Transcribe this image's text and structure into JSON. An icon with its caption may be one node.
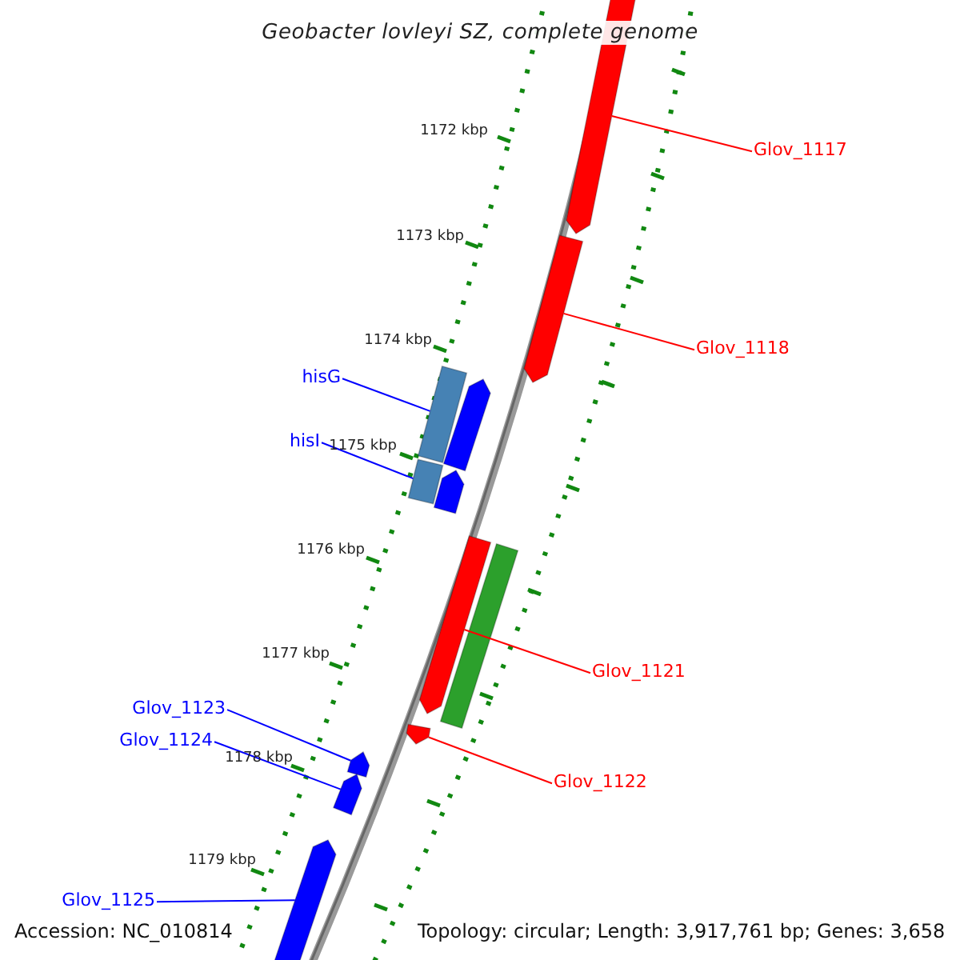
{
  "diagram": {
    "title": "Geobacter lovleyi SZ, complete genome",
    "nodes": [
      {
        "text": [
          "Glov_1117"
        ]
      },
      {
        "text": [],
        "shape": "pentagon"
      },
      {
        "text": [
          "Glov_1118"
        ]
      },
      {
        "text": [],
        "shape": "pentagon"
      },
      {
        "text": [
          "hisG"
        ]
      },
      {
        "text": [],
        "shape": "bar"
      },
      {
        "text": [],
        "shape": "pentagon"
      },
      {
        "text": [
          "hisI"
        ]
      },
      {
        "text": [],
        "shape": "bar"
      },
      {
        "text": [],
        "shape": "pentagon"
      },
      {
        "text": [],
        "shape": "pentagon"
      },
      {
        "text": [],
        "shape": "bar"
      },
      {
        "text": [
          "Glov_1121"
        ]
      },
      {
        "text": [],
        "shape": "pentagon"
      },
      {
        "text": [
          "Glov_1123"
        ]
      },
      {
        "text": [
          "Glov_1124"
        ]
      },
      {
        "text": [
          "Glov_1122"
        ]
      },
      {
        "text": [],
        "shape": "pentagon"
      },
      {
        "text": [],
        "shape": "pentagon"
      },
      {
        "text": [],
        "shape": "pentagon"
      },
      {
        "text": [
          "Glov_1125"
        ]
      }
    ],
    "edges": [
      {
        "from": 0,
        "to": 1,
        "arrow": "none",
        "color": "#ff0000"
      },
      {
        "from": 2,
        "to": 3,
        "arrow": "none",
        "color": "#ff0000"
      },
      {
        "from": 4,
        "to": 5,
        "arrow": "none"
      },
      {
        "from": 7,
        "to": 8,
        "arrow": "none"
      },
      {
        "from": 12,
        "to": 10,
        "arrow": "none",
        "color": "#ff0000"
      },
      {
        "from": 16,
        "to": 13,
        "arrow": "none",
        "color": "#ff0000"
      },
      {
        "from": 14,
        "to": 17,
        "arrow": "none"
      },
      {
        "from": 15,
        "to": 18,
        "arrow": "none"
      },
      {
        "from": 20,
        "to": 19,
        "arrow": "none"
      }
    ],
    "labels": [
      "1172 kbp",
      "1173 kbp",
      "1174 kbp",
      "1175 kbp",
      "1176 kbp",
      "1177 kbp",
      "1178 kbp",
      "1179 kbp",
      "Accession: NC_010814",
      "Topology: circular; Length: 3,917,761 bp; Genes: 3,658"
    ]
  }
}
